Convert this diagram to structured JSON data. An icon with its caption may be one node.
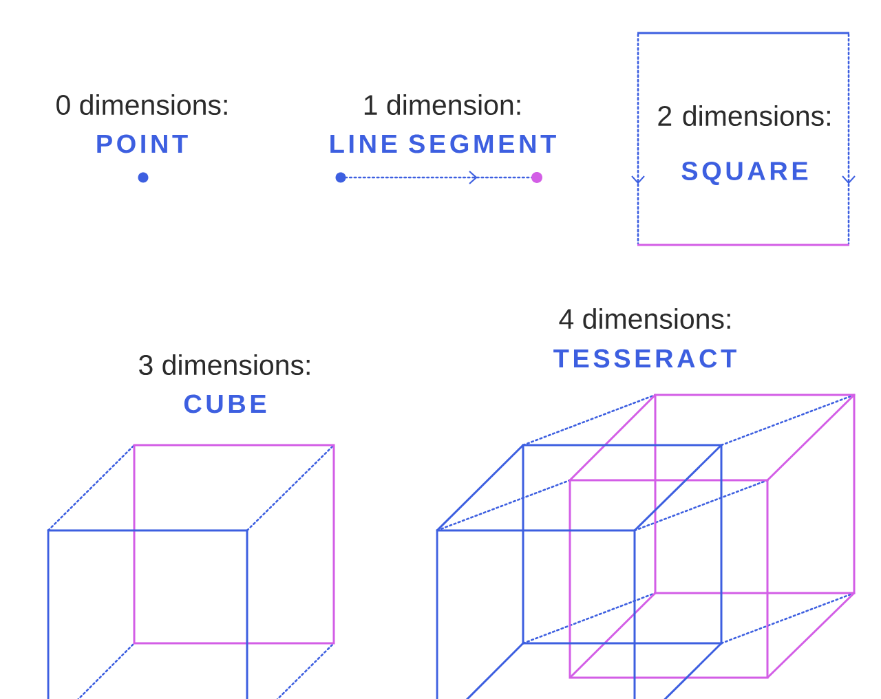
{
  "diagram": {
    "labels": [
      "0 dimensions:",
      "POINT",
      "1 dimension:",
      "LINE SEGMENT",
      "2 dimensions:",
      "SQUARE",
      "4 dimensions:",
      "TESSERACT",
      "3 dimensions:",
      "CUBE"
    ]
  }
}
